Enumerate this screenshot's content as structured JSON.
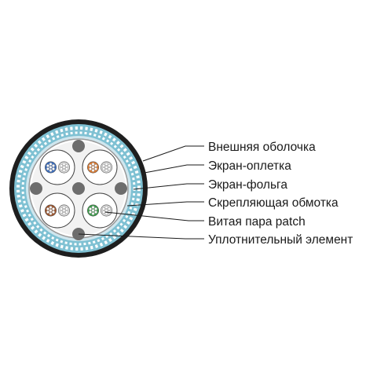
{
  "labels": {
    "outer_jacket": "Внешняя оболочка",
    "braid_shield": "Экран-оплетка",
    "foil_shield": "Экран-фольга",
    "binding_wrap": "Скрепляющая обмотка",
    "twisted_pair": "Витая пара patch",
    "filler": "Уплотнительный элемент"
  },
  "pairs": [
    {
      "name": "blue",
      "color": "#3a6fc4"
    },
    {
      "name": "orange",
      "color": "#e07a2e"
    },
    {
      "name": "brown",
      "color": "#a3552a"
    },
    {
      "name": "green",
      "color": "#3aa14a"
    }
  ],
  "colors": {
    "jacket": "#1e1e1e",
    "braid": "#7fc1d3",
    "foil": "#cfe6ee",
    "filler": "#6d6d6d"
  }
}
